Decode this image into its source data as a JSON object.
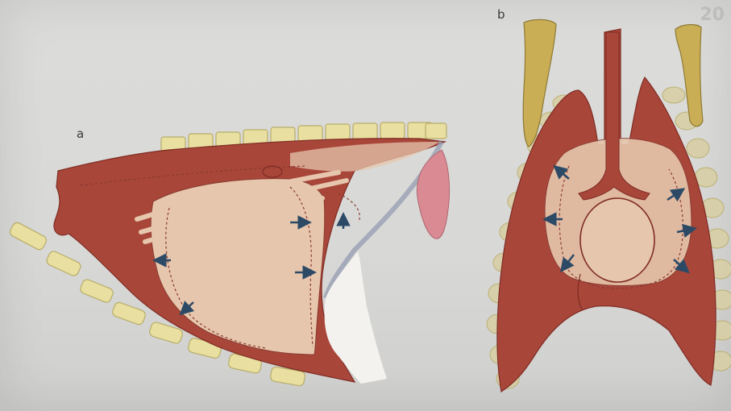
{
  "labels": {
    "panel_a": "a",
    "panel_b": "b",
    "page_number": "20"
  },
  "colors": {
    "background": "#d9d9d7",
    "muscle": "#a8463a",
    "muscle_dark": "#7f2c23",
    "lung_light": "#e6c6ac",
    "bone": "#e8dfa0",
    "bone_outline": "#b8ad6a",
    "pink_organ": "#d98a92",
    "rib_yellow": "#c9ae55",
    "arrow": "#2c4a66"
  }
}
